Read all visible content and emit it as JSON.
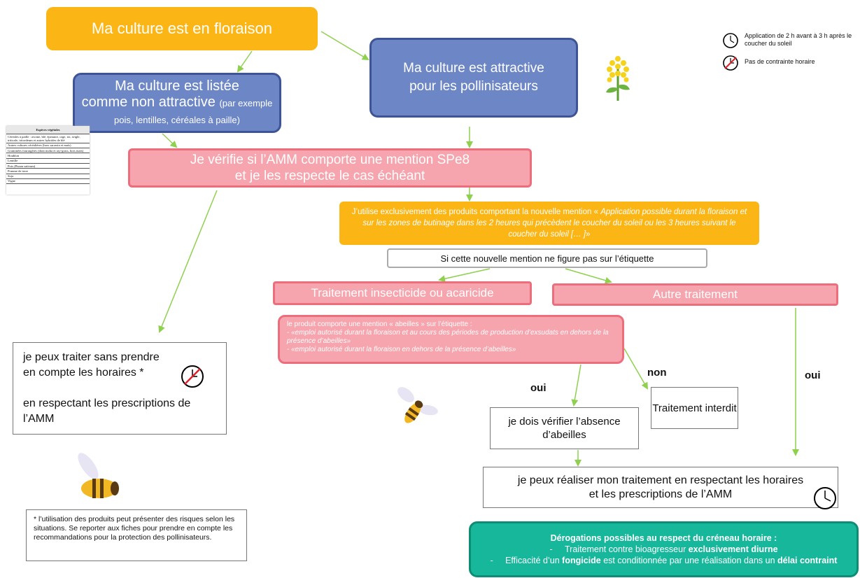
{
  "boxes": {
    "floraison": "Ma culture est en floraison",
    "attractive_line1": "Ma culture est attractive",
    "attractive_line2": "pour les pollinisateurs",
    "non_attractive_line1": "Ma culture est listée",
    "non_attractive_line2": "comme non attractive",
    "non_attractive_small": "(par exemple pois, lentilles, céréales à paille)",
    "amm_line1": "Je vérifie si l’AMM comporte une mention SPe8",
    "amm_line2": "et je les respecte le cas échéant",
    "produits_intro": "J’utilise exclusivement des produits comportant la nouvelle mention «",
    "produits_quote": "Application possible durant la floraison et sur les zones de butinage dans les 2 heures qui précèdent le coucher du soleil ou les 3 heures suivant le coucher du soleil [… ]",
    "produits_end": "»",
    "mention_absente": "Si cette nouvelle mention ne figure pas sur l’étiquette",
    "insecticide": "Traitement insecticide ou acaricide",
    "autre": "Autre traitement",
    "abeilles_intro": "le produit comporte une mention « abeilles » sur l’étiquette :",
    "abeilles_item1": "- «emploi autorisé durant la floraison et au cours des périodes de production d’exsudats en dehors de la présence d’abeilles»",
    "abeilles_item2": "- «emploi autorisé durant la floraison en dehors de la présence d’abeilles»",
    "sans_horaires_line1": "je peux traiter sans prendre en compte les horaires *",
    "sans_horaires_line2": "en respectant les prescriptions de l’AMM",
    "interdit": "Traitement interdit",
    "verifier": "je dois vérifier l’absence d’abeilles",
    "realiser_line1": "je peux réaliser mon traitement en respectant les horaires",
    "realiser_line2": "et les prescriptions de l’AMM",
    "note": "* l’utilisation des produits peut présenter des risques selon les situations. Se reporter aux fiches pour prendre en compte les recommandations pour la protection des pollinisateurs."
  },
  "labels": {
    "oui_1": "oui",
    "non": "non",
    "oui_2": "oui"
  },
  "legend": {
    "clock_text": "Application de 2 h avant à 3 h après le coucher du soleil",
    "no_constraint_text": "Pas de contrainte horaire"
  },
  "derogations": {
    "title": "Dérogations possibles au respect du créneau horaire :",
    "item1_prefix": "Traitement contre bioagresseur ",
    "item1_bold": "exclusivement diurne",
    "item2_prefix": "Efficacité d’un ",
    "item2_bold": "fongicide",
    "item2_suffix": " est conditionnée par une réalisation dans un ",
    "item2_bold2": "délai contraint"
  },
  "species_table": {
    "header": "Espèces végétales",
    "rows": [
      "Céréales à paille : avoine, blé, épeautre, orge, riz, seigle, triticale, tritordeum et autres hybrides de blé",
      "Autres cultures céréalières (hors sarrasin et maïs)",
      "Graminées fourragères (dont moha et ray-grass, hors maïs)",
      "Houblon",
      "Lentille",
      "Pois (Pisum sativum)",
      "Pomme de terre",
      "Soja",
      "Vigne"
    ]
  },
  "colors": {
    "orange": "#fbb515",
    "blue": "#6c86c6",
    "pink": "#f6a4ad",
    "pink_border": "#ec6e7d",
    "teal": "#17b79b",
    "arrow": "#8fd14f"
  },
  "icons": [
    "clock-icon",
    "no-time-constraint-icon",
    "rapeseed-flower-icon",
    "bee-icon"
  ]
}
